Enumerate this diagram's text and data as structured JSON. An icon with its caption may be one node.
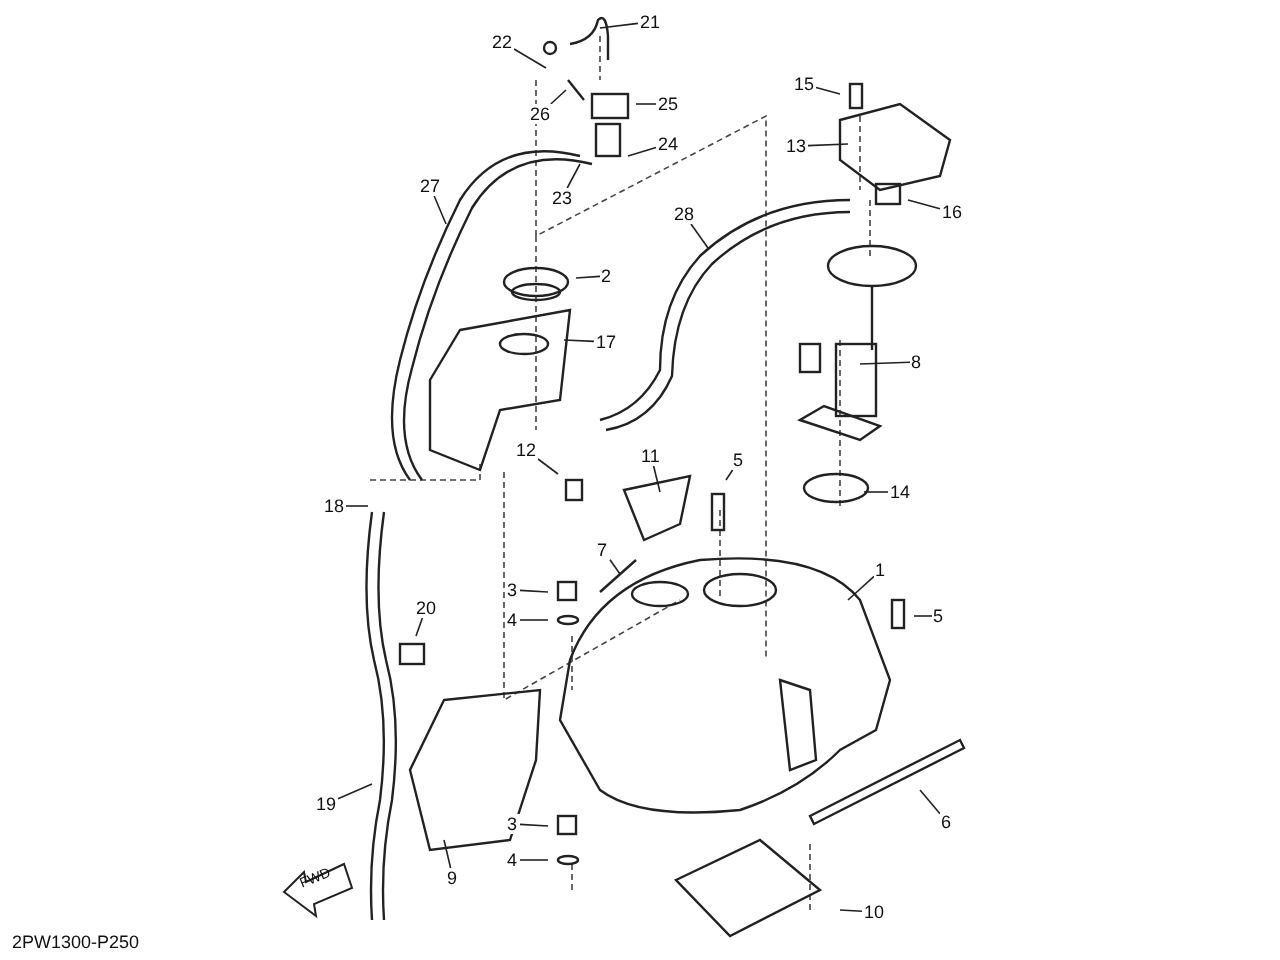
{
  "diagram": {
    "nodes": [
      {
        "text": [
          "21"
        ]
      },
      {
        "text": [
          "22"
        ]
      },
      {
        "text": [
          "15"
        ]
      },
      {
        "text": [
          "25"
        ]
      },
      {
        "text": [
          "26"
        ]
      },
      {
        "text": [
          "24"
        ]
      },
      {
        "text": [
          "13"
        ]
      },
      {
        "text": [
          "27"
        ]
      },
      {
        "text": [
          "23"
        ]
      },
      {
        "text": [
          "16"
        ]
      },
      {
        "text": [
          "28"
        ]
      },
      {
        "text": [
          "2"
        ]
      },
      {
        "text": [
          "17"
        ]
      },
      {
        "text": [
          "8"
        ]
      },
      {
        "text": [
          "11"
        ]
      },
      {
        "text": [
          "12"
        ]
      },
      {
        "text": [
          "5"
        ]
      },
      {
        "text": [
          "14"
        ]
      },
      {
        "text": [
          "18"
        ]
      },
      {
        "text": [
          "7"
        ]
      },
      {
        "text": [
          "1"
        ]
      },
      {
        "text": [
          "3"
        ]
      },
      {
        "text": [
          "5"
        ]
      },
      {
        "text": [
          "4"
        ]
      },
      {
        "text": [
          "20"
        ]
      },
      {
        "text": [
          "19"
        ]
      },
      {
        "text": [
          "6"
        ]
      },
      {
        "text": [
          "3"
        ]
      },
      {
        "text": [
          "4"
        ]
      },
      {
        "text": [
          "9"
        ]
      },
      {
        "text": [
          "10"
        ]
      }
    ],
    "edges": [
      {
        "from": 0,
        "to": null,
        "arrow": "none"
      },
      {
        "from": 1,
        "to": null,
        "arrow": "none"
      },
      {
        "from": 2,
        "to": null,
        "arrow": "none"
      },
      {
        "from": 3,
        "to": null,
        "arrow": "none"
      },
      {
        "from": 4,
        "to": null,
        "arrow": "none"
      },
      {
        "from": 5,
        "to": null,
        "arrow": "none"
      },
      {
        "from": 6,
        "to": null,
        "arrow": "none"
      },
      {
        "from": 7,
        "to": null,
        "arrow": "none"
      },
      {
        "from": 8,
        "to": null,
        "arrow": "none"
      },
      {
        "from": 9,
        "to": null,
        "arrow": "none"
      },
      {
        "from": 10,
        "to": null,
        "arrow": "none"
      },
      {
        "from": 11,
        "to": null,
        "arrow": "none"
      },
      {
        "from": 12,
        "to": null,
        "arrow": "none"
      },
      {
        "from": 13,
        "to": null,
        "arrow": "none"
      },
      {
        "from": 14,
        "to": null,
        "arrow": "none"
      },
      {
        "from": 15,
        "to": null,
        "arrow": "none"
      },
      {
        "from": 16,
        "to": null,
        "arrow": "none"
      },
      {
        "from": 17,
        "to": null,
        "arrow": "none"
      },
      {
        "from": 18,
        "to": null,
        "arrow": "none"
      },
      {
        "from": 19,
        "to": null,
        "arrow": "none"
      },
      {
        "from": 20,
        "to": null,
        "arrow": "none"
      },
      {
        "from": 21,
        "to": null,
        "arrow": "none"
      },
      {
        "from": 22,
        "to": null,
        "arrow": "none"
      },
      {
        "from": 23,
        "to": null,
        "arrow": "none"
      },
      {
        "from": 24,
        "to": null,
        "arrow": "none"
      },
      {
        "from": 25,
        "to": null,
        "arrow": "none"
      },
      {
        "from": 26,
        "to": null,
        "arrow": "none"
      },
      {
        "from": 27,
        "to": null,
        "arrow": "none"
      },
      {
        "from": 28,
        "to": null,
        "arrow": "none"
      },
      {
        "from": 29,
        "to": null,
        "arrow": "none"
      },
      {
        "from": 30,
        "to": null,
        "arrow": "none"
      }
    ],
    "labels": [
      "FWD",
      "2PW1300-P250"
    ]
  }
}
